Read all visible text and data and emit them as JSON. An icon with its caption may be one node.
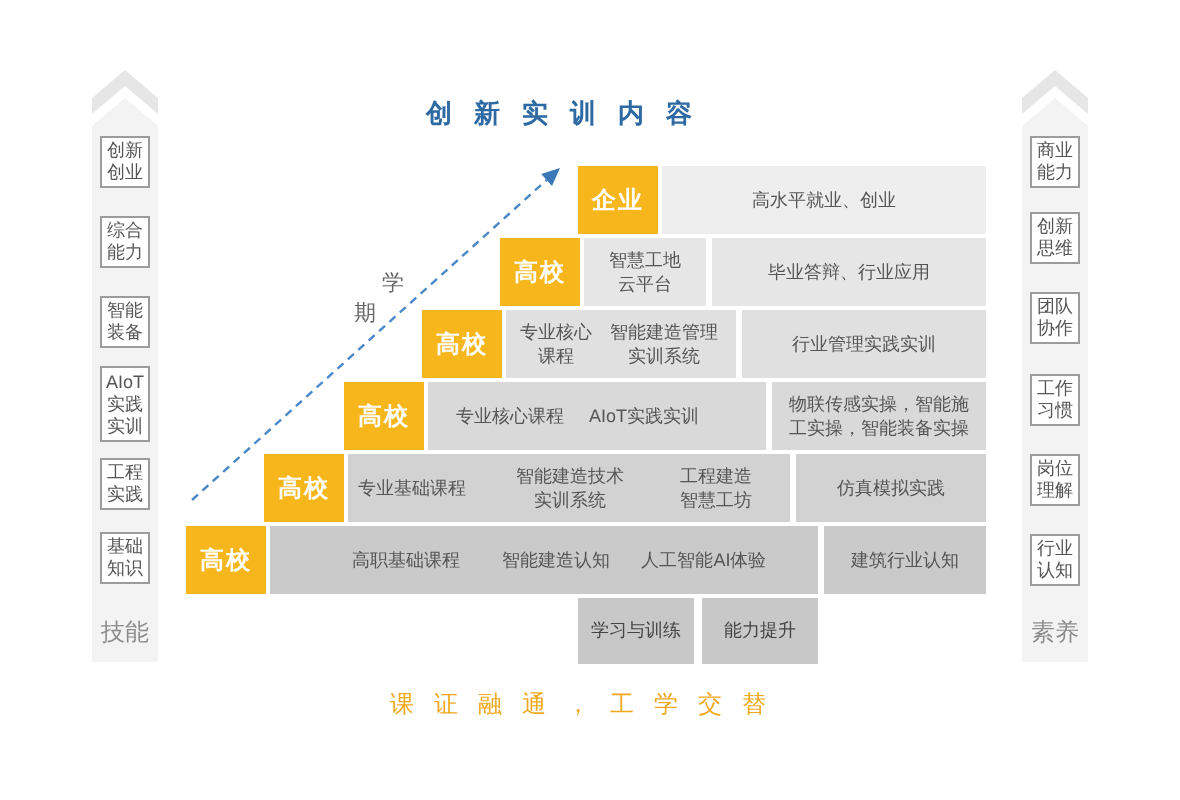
{
  "diagram": {
    "title": "创新实训内容",
    "caption": "课证融通，工学交替",
    "nodes": [
      {
        "text": [
          "技能"
        ]
      },
      {
        "text": [
          "创新创业"
        ],
        "in": 0
      },
      {
        "text": [
          "综合能力"
        ],
        "in": 0
      },
      {
        "text": [
          "智能装备"
        ],
        "in": 0
      },
      {
        "text": [
          "AIoT实践实训"
        ],
        "in": 0
      },
      {
        "text": [
          "工程实践"
        ],
        "in": 0
      },
      {
        "text": [
          "基础知识"
        ],
        "in": 0
      },
      {
        "text": [
          "素养"
        ]
      },
      {
        "text": [
          "商业能力"
        ],
        "in": 7
      },
      {
        "text": [
          "创新思维"
        ],
        "in": 7
      },
      {
        "text": [
          "团队协作"
        ],
        "in": 7
      },
      {
        "text": [
          "工作习惯"
        ],
        "in": 7
      },
      {
        "text": [
          "岗位理解"
        ],
        "in": 7
      },
      {
        "text": [
          "行业认知"
        ],
        "in": 7
      },
      {
        "text": [
          "企业"
        ]
      },
      {
        "text": [
          "高水平就业、创业"
        ]
      },
      {
        "text": [
          "高校"
        ]
      },
      {
        "text": [
          "智慧工地云平台"
        ]
      },
      {
        "text": [
          "毕业答辩、行业应用"
        ]
      },
      {
        "text": [
          "高校"
        ]
      },
      {
        "text": [
          "专业核心课程",
          "智能建造管理实训系统"
        ]
      },
      {
        "text": [
          "行业管理实践实训"
        ]
      },
      {
        "text": [
          "高校"
        ]
      },
      {
        "text": [
          "专业核心课程",
          "AIoT实践实训"
        ]
      },
      {
        "text": [
          "物联传感实操，智能施工实操，智能装备实操"
        ]
      },
      {
        "text": [
          "高校"
        ]
      },
      {
        "text": [
          "专业基础课程",
          "智能建造技术实训系统",
          "工程建造智慧工坊"
        ]
      },
      {
        "text": [
          "仿真模拟实践"
        ]
      },
      {
        "text": [
          "高校"
        ]
      },
      {
        "text": [
          "高职基础课程",
          "智能建造认知",
          "人工智能AI体验"
        ]
      },
      {
        "text": [
          "建筑行业认知"
        ]
      },
      {
        "text": [
          "学习与训练"
        ]
      },
      {
        "text": [
          "能力提升"
        ]
      }
    ],
    "labels": [
      "学期"
    ]
  }
}
